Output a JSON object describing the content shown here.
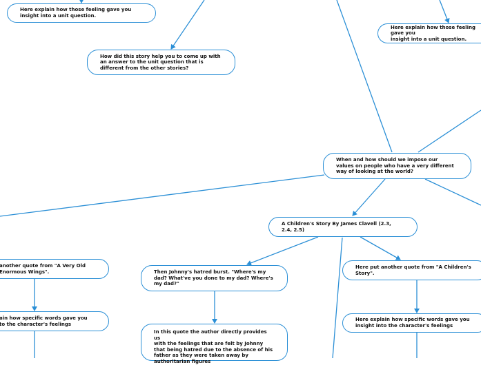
{
  "colors": {
    "line": "#2b8fd6",
    "node_border": "#2b8fd6",
    "text": "#111111",
    "background": "#ffffff"
  },
  "nodes": {
    "central": "When and how should we impose our\nvalues on people who have a very different\nway of looking at the world?",
    "childrens_story": "A Children's Story By James Clavell (2.3,\n2.4, 2.5)",
    "feelings_unit_left": "Here explain how those feeling gave you\ninsight into a unit question.",
    "feelings_unit_right": "Here explain how those feeling gave you\ninsight into a unit question.",
    "story_unit_question": "How did this story help you to come up with\nan answer to the unit question that is\ndifferent from the other stories?",
    "very_old_man_quote": "another quote from \"A Very Old\n Enormous Wings\".",
    "specific_words_left": "ain how specific words gave you\nto the character's feelings",
    "johnny_quote": "Then Johnny's hatred burst. \"Where's my\ndad? What've you done to my dad? Where's\nmy dad?\"",
    "author_feelings": "In this quote the author directly provides us\nwith the feelings that are felt by Johnny\nthat being hatred due to the absence of his\nfather as they were taken away by\nauthoritarian figures",
    "childrens_story_quote": "Here put another quote from \"A Children's\nStory\".",
    "specific_words_right": "Here explain how specific words gave you\ninsight into the character's feelings"
  }
}
